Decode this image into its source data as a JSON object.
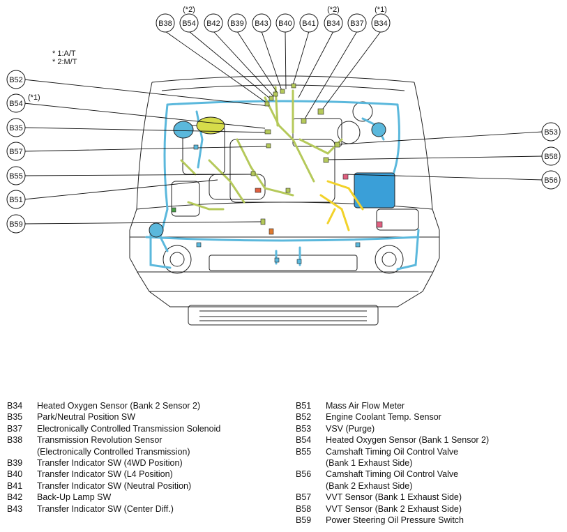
{
  "notes": [
    "* 1:A/T",
    "* 2:M/T"
  ],
  "callouts": {
    "b38": "B38",
    "b54_top": "B54",
    "b54_top_note": "(*2)",
    "b42": "B42",
    "b39": "B39",
    "b43": "B43",
    "b40": "B40",
    "b41": "B41",
    "b34_a": "B34",
    "b34_a_note": "(*2)",
    "b37": "B37",
    "b34_b": "B34",
    "b34_b_note": "(*1)",
    "b52": "B52",
    "b54_left": "B54",
    "b54_left_note": "(*1)",
    "b35": "B35",
    "b57": "B57",
    "b55": "B55",
    "b51": "B51",
    "b59": "B59",
    "b53": "B53",
    "b58": "B58",
    "b56": "B56"
  },
  "legend_left": [
    {
      "code": "B34",
      "lines": [
        "Heated Oxygen Sensor (Bank 2 Sensor 2)"
      ]
    },
    {
      "code": "B35",
      "lines": [
        "Park/Neutral Position SW"
      ]
    },
    {
      "code": "B37",
      "lines": [
        "Electronically Controlled Transmission Solenoid"
      ]
    },
    {
      "code": "B38",
      "lines": [
        "Transmission Revolution Sensor",
        "(Electronically Controlled Transmission)"
      ]
    },
    {
      "code": "B39",
      "lines": [
        "Transfer Indicator SW (4WD Position)"
      ]
    },
    {
      "code": "B40",
      "lines": [
        "Transfer Indicator SW (L4 Position)"
      ]
    },
    {
      "code": "B41",
      "lines": [
        "Transfer Indicator SW (Neutral Position)"
      ]
    },
    {
      "code": "B42",
      "lines": [
        "Back-Up Lamp SW"
      ]
    },
    {
      "code": "B43",
      "lines": [
        "Transfer Indicator SW (Center Diff.)"
      ]
    }
  ],
  "legend_right": [
    {
      "code": "B51",
      "lines": [
        "Mass Air Flow Meter"
      ]
    },
    {
      "code": "B52",
      "lines": [
        "Engine Coolant Temp. Sensor"
      ]
    },
    {
      "code": "B53",
      "lines": [
        "VSV (Purge)"
      ]
    },
    {
      "code": "B54",
      "lines": [
        "Heated Oxygen Sensor (Bank 1 Sensor 2)"
      ]
    },
    {
      "code": "B55",
      "lines": [
        "Camshaft Timing Oil Control Valve",
        "(Bank 1 Exhaust Side)"
      ]
    },
    {
      "code": "B56",
      "lines": [
        "Camshaft Timing Oil Control Valve",
        "(Bank 2 Exhaust Side)"
      ]
    },
    {
      "code": "B57",
      "lines": [
        "VVT Sensor (Bank 1 Exhaust Side)"
      ]
    },
    {
      "code": "B58",
      "lines": [
        "VVT Sensor (Bank 2 Exhaust Side)"
      ]
    },
    {
      "code": "B59",
      "lines": [
        "Power Steering Oil Pressure Switch"
      ]
    }
  ],
  "colors": {
    "harness_blue": "#5bb8dc",
    "harness_green": "#b5c95a",
    "harness_yellow": "#f2d22a",
    "block_blue": "#3a9fd8",
    "line": "#111111"
  }
}
